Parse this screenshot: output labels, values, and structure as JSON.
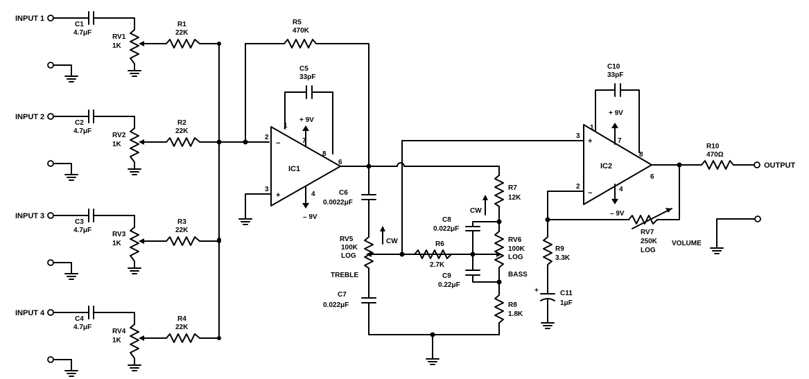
{
  "inputs": [
    "INPUT 1",
    "INPUT 2",
    "INPUT 3",
    "INPUT 4"
  ],
  "input_caps": [
    {
      "ref": "C1",
      "value": "4.7μF"
    },
    {
      "ref": "C2",
      "value": "4.7μF"
    },
    {
      "ref": "C3",
      "value": "4.7μF"
    },
    {
      "ref": "C4",
      "value": "4.7μF"
    }
  ],
  "input_pots": [
    {
      "ref": "RV1",
      "value": "1K"
    },
    {
      "ref": "RV2",
      "value": "1K"
    },
    {
      "ref": "RV3",
      "value": "1K"
    },
    {
      "ref": "RV4",
      "value": "1K"
    }
  ],
  "mix_resistors": [
    {
      "ref": "R1",
      "value": "22K"
    },
    {
      "ref": "R2",
      "value": "22K"
    },
    {
      "ref": "R3",
      "value": "22K"
    },
    {
      "ref": "R4",
      "value": "22K"
    }
  ],
  "r5": {
    "ref": "R5",
    "value": "470K"
  },
  "c5": {
    "ref": "C5",
    "value": "33pF"
  },
  "ic1": {
    "ref": "IC1",
    "pin_plus": "3",
    "pin_minus": "2",
    "pin_out": "6",
    "pin_v": "7",
    "pin_v2": "4",
    "pin_1": "1",
    "pin_8": "8",
    "vpos": "+ 9V",
    "vneg": "– 9V"
  },
  "c6": {
    "ref": "C6",
    "value": "0.0022μF"
  },
  "c7": {
    "ref": "C7",
    "value": "0.022μF"
  },
  "rv5": {
    "ref": "RV5",
    "value": "100K",
    "taper": "LOG",
    "name": "TREBLE",
    "cw": "CW"
  },
  "r6": {
    "ref": "R6",
    "value": "2.7K"
  },
  "c8": {
    "ref": "C8",
    "value": "0.022μF",
    "cw": "CW"
  },
  "c9": {
    "ref": "C9",
    "value": "0.22μF"
  },
  "r7": {
    "ref": "R7",
    "value": "12K"
  },
  "rv6": {
    "ref": "RV6",
    "value": "100K",
    "taper": "LOG",
    "name": "BASS"
  },
  "r8": {
    "ref": "R8",
    "value": "1.8K"
  },
  "c10": {
    "ref": "C10",
    "value": "33pF"
  },
  "ic2": {
    "ref": "IC2",
    "pin_plus": "3",
    "pin_minus": "2",
    "pin_out": "6",
    "pin_v": "7",
    "pin_v2": "4",
    "pin_1": "1",
    "pin_8": "8",
    "vpos": "+ 9V",
    "vneg": "– 9V"
  },
  "rv7": {
    "ref": "RV7",
    "value": "250K",
    "taper": "LOG",
    "name": "VOLUME"
  },
  "r9": {
    "ref": "R9",
    "value": "3.3K"
  },
  "c11": {
    "ref": "C11",
    "value": "1μF",
    "polarity": "+"
  },
  "r10": {
    "ref": "R10",
    "value": "470Ω"
  },
  "output": "OUTPUT"
}
